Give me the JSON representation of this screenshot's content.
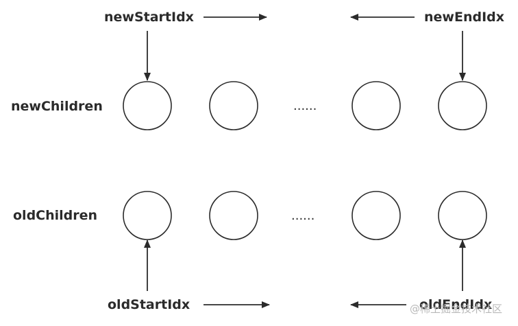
{
  "labels": {
    "new_start_idx": "newStartIdx",
    "new_end_idx": "newEndIdx",
    "new_children": "newChildren",
    "old_children": "oldChildren",
    "old_start_idx": "oldStartIdx",
    "old_end_idx": "oldEndIdx"
  },
  "ellipsis": {
    "new_row": "......",
    "old_row": "......"
  },
  "watermark": "@稀土掘金技术社区",
  "colors": {
    "stroke": "#2b2b2b",
    "text": "#2b2b2b",
    "watermark": "#b8b8b8",
    "background": "#ffffff"
  }
}
